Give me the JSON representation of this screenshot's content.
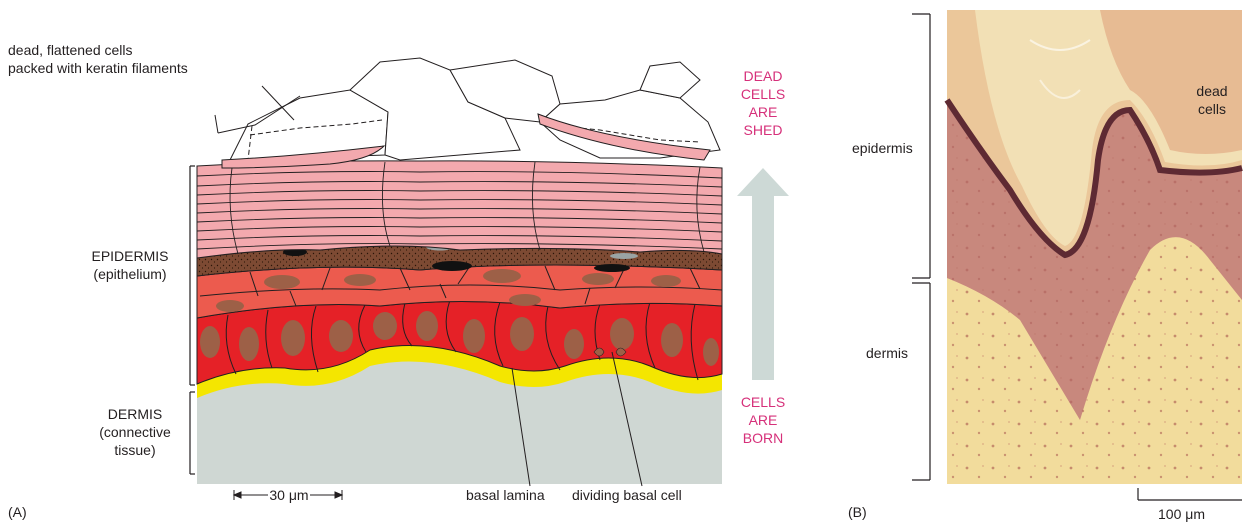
{
  "panel_a": {
    "panel_label": "(A)",
    "callout_top_line1": "dead, flattened cells",
    "callout_top_line2": "packed with keratin filaments",
    "epidermis_line1": "EPIDERMIS",
    "epidermis_line2": "(epithelium)",
    "dermis_line1": "DERMIS",
    "dermis_line2": "(connective",
    "dermis_line3": "tissue)",
    "shed_line1": "DEAD",
    "shed_line2": "CELLS",
    "shed_line3": "ARE",
    "shed_line4": "SHED",
    "born_line1": "CELLS",
    "born_line2": "ARE",
    "born_line3": "BORN",
    "scale_bar": "30 μm",
    "basal_lamina_label": "basal lamina",
    "dividing_cell_label": "dividing basal cell"
  },
  "panel_b": {
    "panel_label": "(B)",
    "epidermis_label": "epidermis",
    "dermis_label": "dermis",
    "dead_cells_line1": "dead",
    "dead_cells_line2": "cells",
    "scale_bar": "100 μm"
  },
  "colors": {
    "accent_pink": "#d6307a",
    "dermis_gray": "#cfd7d3",
    "basal_lamina_yellow": "#f4e600",
    "basal_cell_red": "#e52127",
    "spinous_cell_red": "#ec5b4e",
    "granular_brown": "#7d4a33",
    "keratinized_pink": "#f3a9ae",
    "arrow_gray": "#cdd9d6"
  }
}
